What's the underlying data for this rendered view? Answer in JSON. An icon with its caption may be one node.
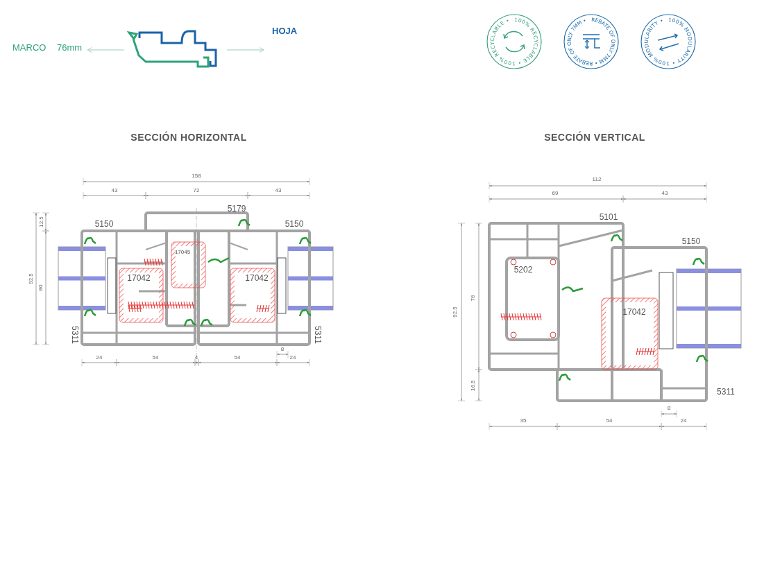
{
  "diagram": {
    "nodes": [
      {
        "text": [
          "MARCO 76mm"
        ]
      },
      {
        "text": [],
        "shape": "picture"
      },
      {
        "text": [
          "HOJA"
        ]
      },
      {
        "text": [
          "100% RECYCLABLE • 100% RECYCLABLE •"
        ]
      },
      {
        "text": [
          "REBATE OF ONLY 7MM • REBATE OF ONLY 7MM •"
        ]
      },
      {
        "text": [
          "100% MODULARITY • 100% MODULARITY •"
        ]
      }
    ],
    "edges": [
      {
        "from": 1,
        "to": 0,
        "arrow": "to"
      },
      {
        "from": 1,
        "to": 2,
        "arrow": "to"
      }
    ],
    "labels": [
      "SECCIÓN HORIZONTAL",
      "SECCIÓN VERTICAL",
      "158",
      "43",
      "72",
      "43",
      "5179",
      "5150",
      "5150",
      "12.5",
      "92.5",
      "80",
      "17045",
      "17042",
      "17042",
      "5311",
      "5311",
      "8",
      "24",
      "54",
      "4",
      "54",
      "24",
      "112",
      "69",
      "43",
      "5101",
      "5150",
      "5202",
      "76",
      "92.5",
      "17042",
      "16.5",
      "5311",
      "8",
      "35",
      "54",
      "24"
    ]
  }
}
